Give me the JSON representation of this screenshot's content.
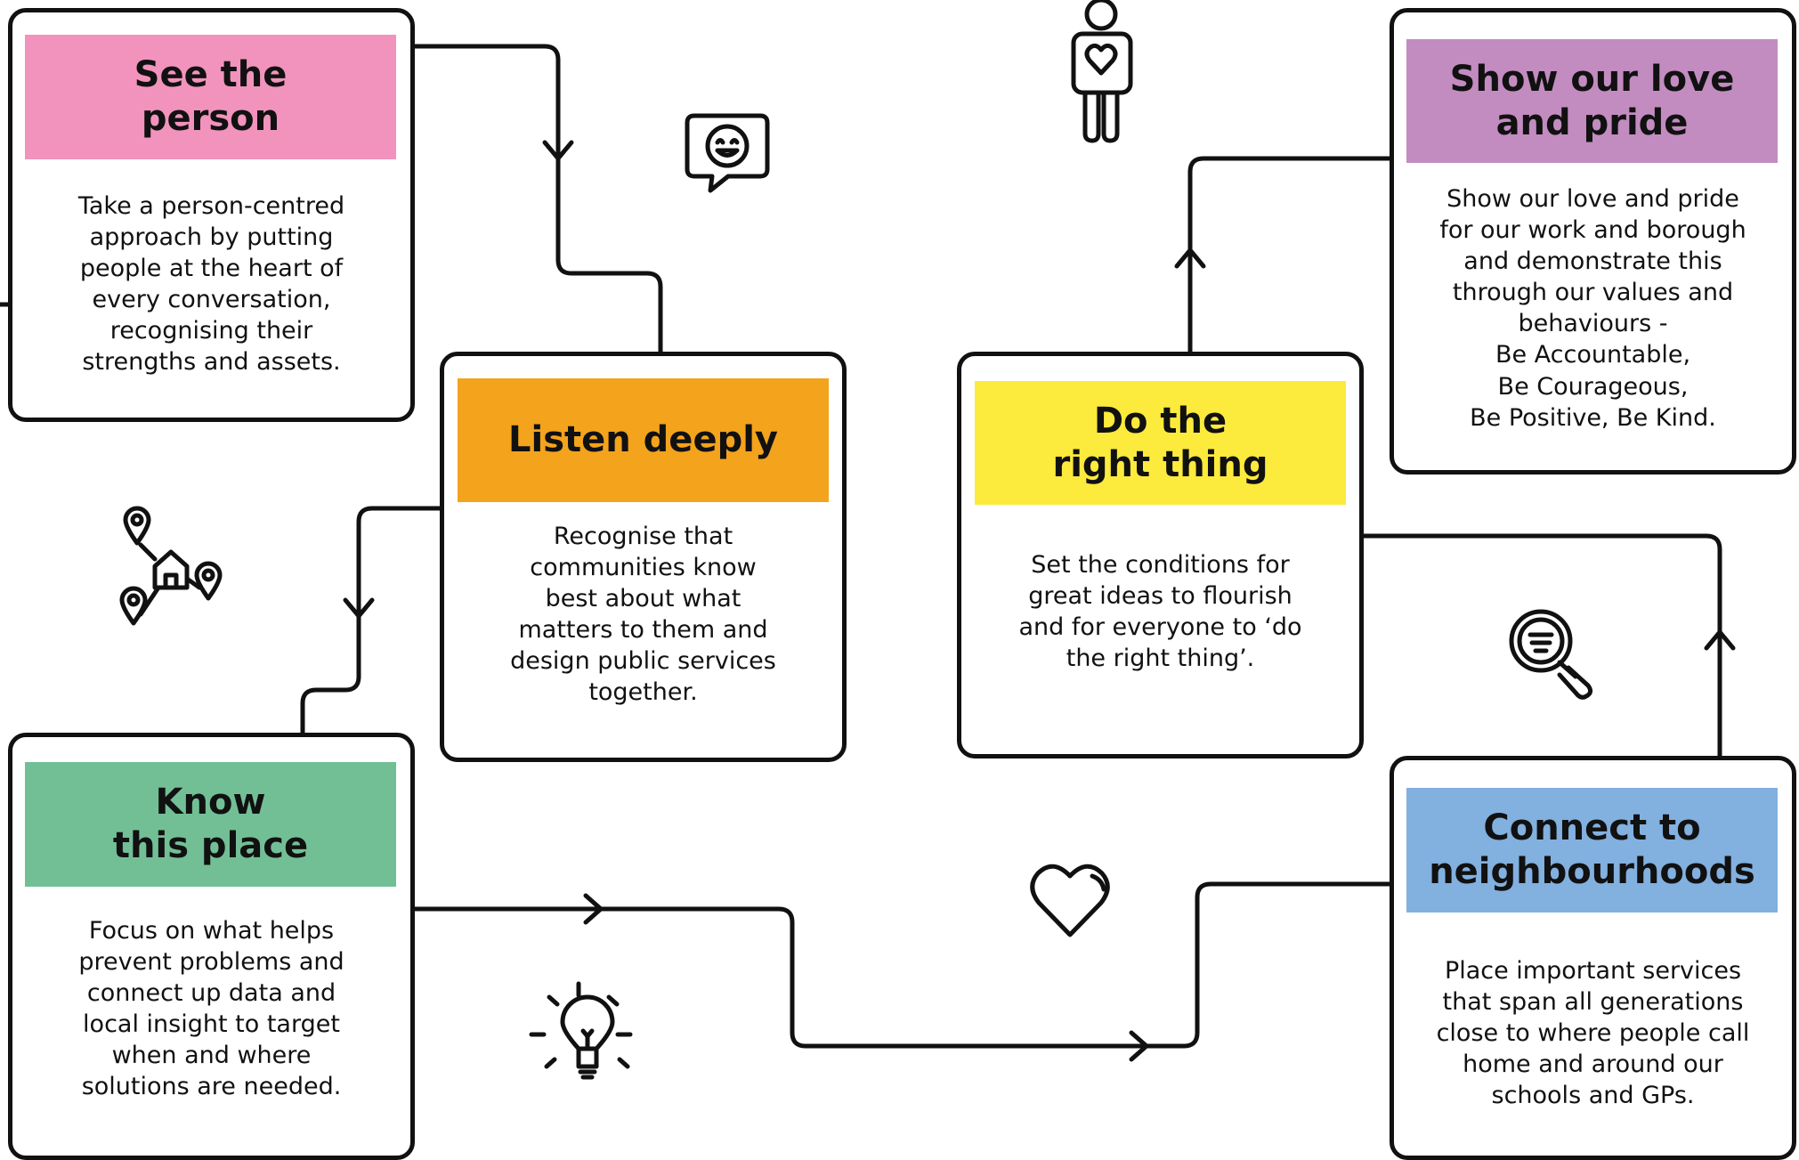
{
  "colors": {
    "pink": "#f193bd",
    "orange": "#f4a31c",
    "green": "#72bf96",
    "yellow": "#fcea3c",
    "purple": "#c28cc0",
    "blue": "#82b0df",
    "line": "#111111"
  },
  "cards": {
    "see_the_person": {
      "title": "See the\nperson",
      "body": "Take a person-centred\napproach by putting\npeople at the heart of\nevery conversation,\nrecognising their\nstrengths and assets.",
      "color": "#f193bd"
    },
    "listen_deeply": {
      "title": "Listen deeply",
      "body": "Recognise that\ncommunities know\nbest about what\nmatters to them and\ndesign public services\ntogether.",
      "color": "#f4a31c"
    },
    "know_this_place": {
      "title": "Know\nthis place",
      "body": "Focus on what helps\nprevent problems and\nconnect up data and\nlocal insight to target\nwhen and where\nsolutions are needed.",
      "color": "#72bf96"
    },
    "do_the_right_thing": {
      "title": "Do the\nright thing",
      "body": "Set the conditions for\ngreat ideas to flourish\nand for everyone to ‘do\nthe right thing’.",
      "color": "#fcea3c"
    },
    "show_our_love": {
      "title": "Show our love\nand pride",
      "body": "Show our love and pride\nfor our work and borough\nand demonstrate this\nthrough our values and\nbehaviours -\nBe Accountable,\nBe Courageous,\nBe Positive, Be Kind.",
      "color": "#c28cc0"
    },
    "connect_to_neighbourhoods": {
      "title": "Connect to\nneighbourhoods",
      "body": "Place important services\nthat span all generations\nclose to where people call\nhome and around our\nschools and GPs.",
      "color": "#82b0df"
    }
  },
  "icons": [
    "person-heart-icon",
    "smiley-speech-bubble-icon",
    "map-pins-house-icon",
    "magnifier-icon",
    "heart-icon",
    "lightbulb-icon"
  ]
}
